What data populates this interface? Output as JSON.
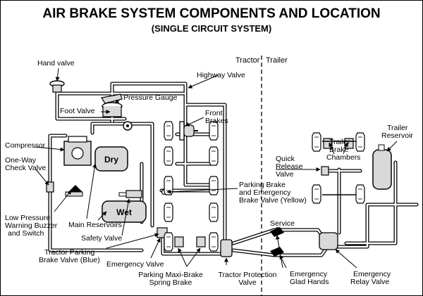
{
  "title": "AIR BRAKE SYSTEM COMPONENTS AND LOCATION",
  "subtitle": "(SINGLE CIRCUIT SYSTEM)",
  "sections": {
    "tractor": "Tractor",
    "trailer": "Trailer"
  },
  "tanks": {
    "dry": "Dry",
    "wet": "Wet"
  },
  "labels": {
    "hand_valve": "Hand valve",
    "highway_valve": "Highway Valve",
    "pressure_gauge": "Pressure Gauge",
    "foot_valve": "Foot Valve",
    "front_brakes_1": "Front",
    "front_brakes_2": "Brakes",
    "compressor": "Compressor",
    "one_way_1": "One-Way",
    "one_way_2": "Check Valve",
    "low_pressure_1": "Low Pressure",
    "low_pressure_2": "Warning Buzzer",
    "low_pressure_3": "and Switch",
    "main_reservoirs": "Main Reservoirs",
    "safety_valve": "Safety Valve",
    "tractor_parking_1": "Tractor Parking",
    "tractor_parking_2": "Brake Valve (Blue)",
    "emergency_valve": "Emergency Valve",
    "parking_maxi_1": "Parking Maxi-Brake",
    "parking_maxi_2": "Spring Brake",
    "tractor_protection_1": "Tractor Protection",
    "tractor_protection_2": "Valve",
    "parking_brake_1": "Parking  Brake",
    "parking_brake_2": "and Emergency",
    "parking_brake_3": "Brake Valve (Yellow)",
    "quick_release_1": "Quick",
    "quick_release_2": "Release",
    "quick_release_3": "Valve",
    "trailer_chambers_1": "Trailer",
    "trailer_chambers_2": "Brake",
    "trailer_chambers_3": "Chambers",
    "trailer_reservoir_1": "Trailer",
    "trailer_reservoir_2": "Reservoir",
    "service": "Service",
    "emergency_glad_1": "Emergency",
    "emergency_glad_2": "Glad Hands",
    "emergency_relay_1": "Emergency",
    "emergency_relay_2": "Relay Valve"
  }
}
